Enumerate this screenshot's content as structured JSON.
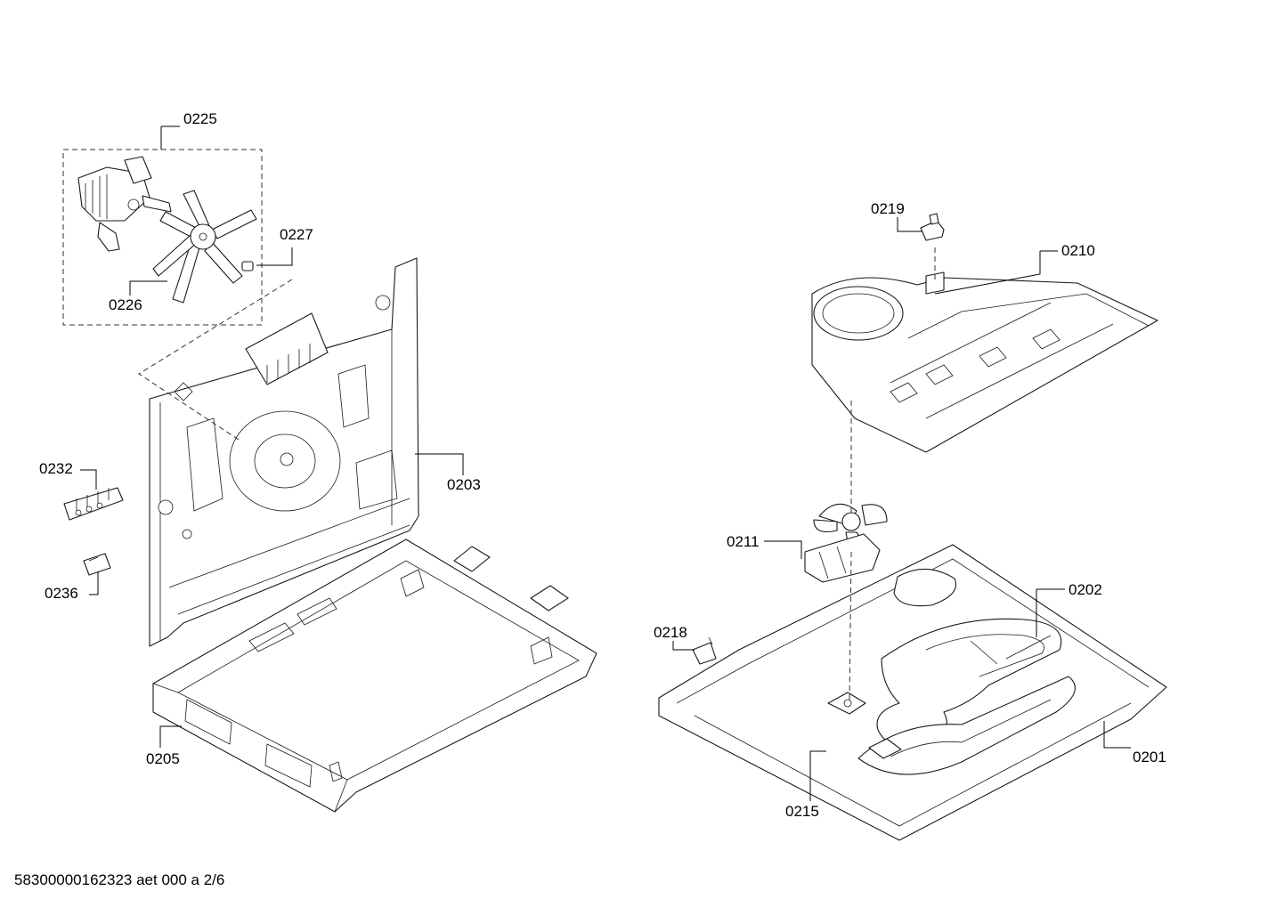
{
  "footer": {
    "text": "58300000162323 aet 000 a 2/6"
  },
  "callouts": {
    "c0225": "0225",
    "c0227": "0227",
    "c0226": "0226",
    "c0232": "0232",
    "c0236": "0236",
    "c0203": "0203",
    "c0205": "0205",
    "c0219": "0219",
    "c0210": "0210",
    "c0211": "0211",
    "c0202": "0202",
    "c0218": "0218",
    "c0201": "0201",
    "c0215": "0215"
  }
}
